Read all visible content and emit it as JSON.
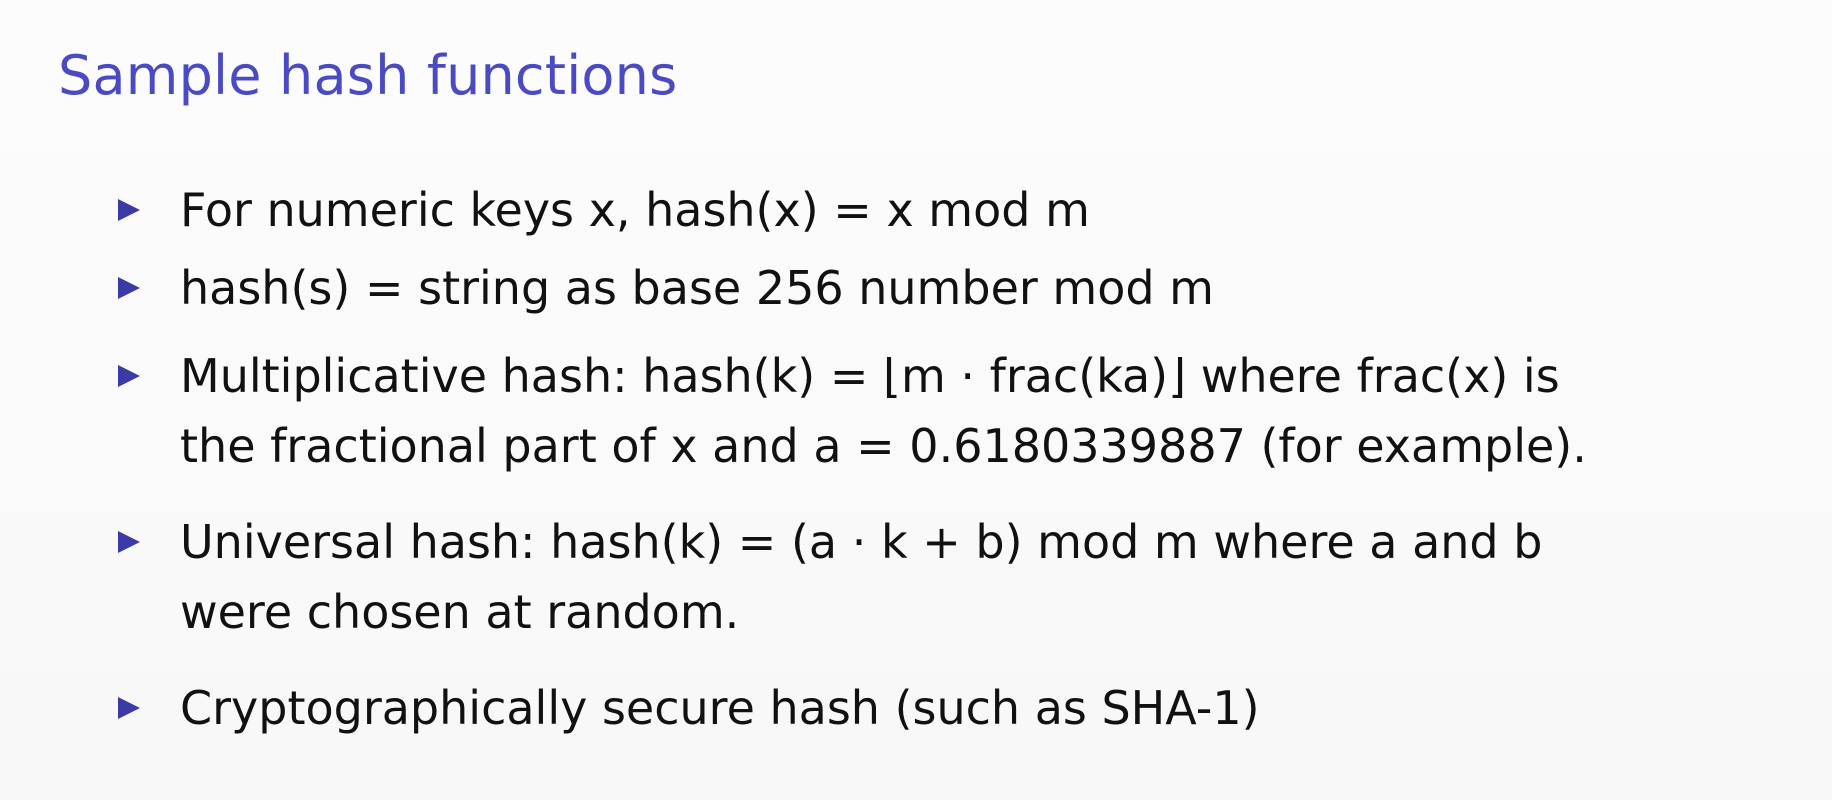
{
  "title": "Sample hash functions",
  "bullets": [
    {
      "line1": "For numeric keys x, hash(x) = x mod m"
    },
    {
      "line1": "hash(s) = string as base 256 number mod m"
    },
    {
      "line1": "Multiplicative hash: hash(k) = ⌊m · frac(ka)⌋ where frac(x) is",
      "line2": "the fractional part of x and a = 0.6180339887 (for example)."
    },
    {
      "line1": "Universal hash: hash(k) = (a · k + b) mod m where a and b",
      "line2": "were chosen at random."
    },
    {
      "line1": "Cryptographically secure hash (such as SHA-1)"
    }
  ],
  "colors": {
    "title": "#4a4bc2",
    "bullet": "#3b3aa6",
    "text": "#111111",
    "background": "#fbfbfb"
  },
  "icons": {
    "bullet": "triangle-right-icon"
  }
}
